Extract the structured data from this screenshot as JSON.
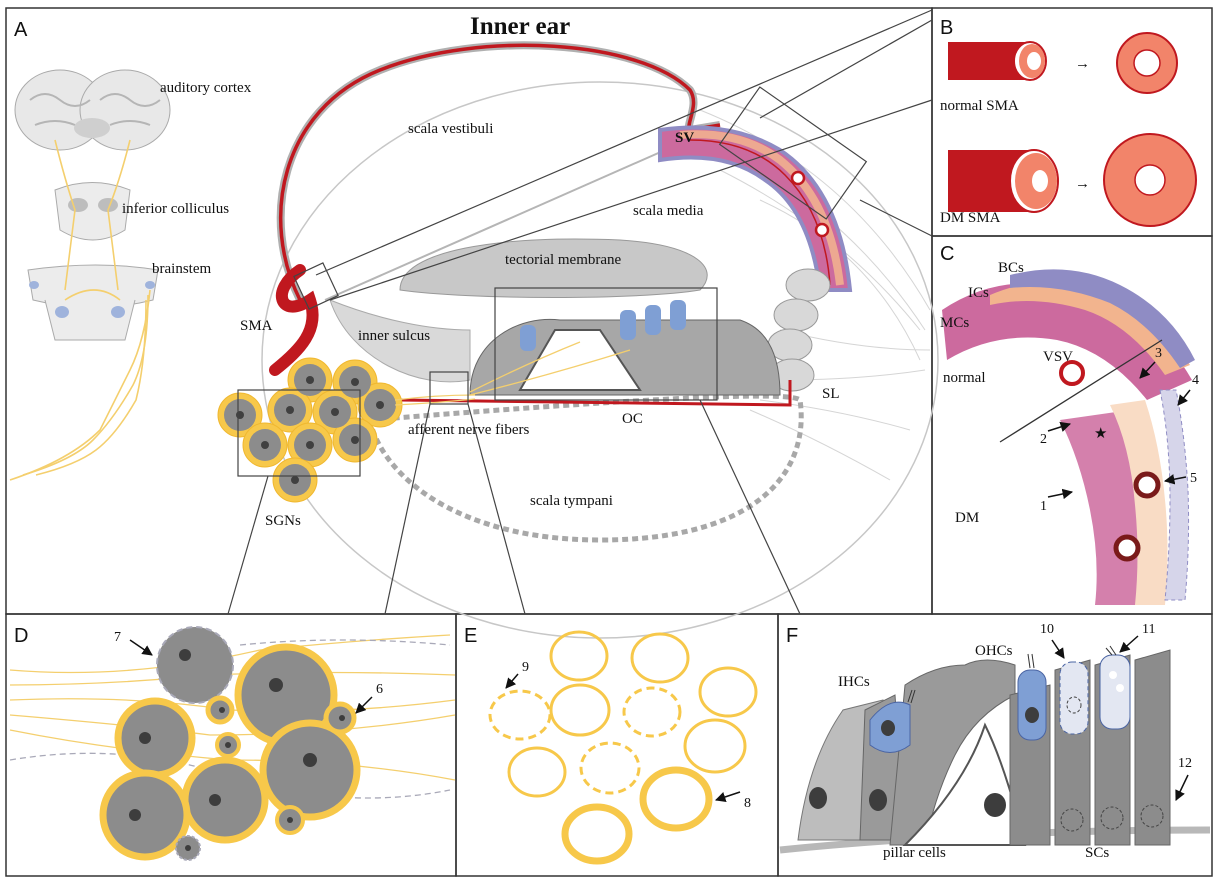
{
  "panels": {
    "A": {
      "letter": "A",
      "title": "Inner ear",
      "labels": {
        "auditory_cortex": "auditory cortex",
        "inferior_colliculus": "inferior colliculus",
        "brainstem": "brainstem",
        "sma": "SMA",
        "sgns": "SGNs",
        "scala_vestibuli": "scala vestibuli",
        "scala_media": "scala media",
        "scala_tympani": "scala tympani",
        "tectorial_membrane": "tectorial membrane",
        "inner_sulcus": "inner sulcus",
        "afferent_nerve_fibers": "afferent nerve fibers",
        "oc": "OC",
        "sl": "SL",
        "sv": "SV"
      }
    },
    "B": {
      "letter": "B",
      "labels": {
        "normal_sma": "normal SMA",
        "dm_sma": "DM SMA"
      },
      "arrow_glyph": "→"
    },
    "C": {
      "letter": "C",
      "labels": {
        "bcs": "BCs",
        "ics": "ICs",
        "mcs": "MCs",
        "vsv": "VSV",
        "normal": "normal",
        "dm": "DM"
      },
      "markers": [
        "1",
        "2",
        "3",
        "4",
        "5"
      ],
      "star": "★"
    },
    "D": {
      "letter": "D",
      "markers": [
        "7",
        "6"
      ]
    },
    "E": {
      "letter": "E",
      "markers": [
        "9",
        "8"
      ]
    },
    "F": {
      "letter": "F",
      "labels": {
        "ihcs": "IHCs",
        "ohcs": "OHCs",
        "pillar_cells": "pillar cells",
        "scs": "SCs"
      },
      "markers": [
        "10",
        "11",
        "12"
      ]
    }
  },
  "colors": {
    "vessel_red": "#c0181f",
    "neuron_yellow": "#f7c84a",
    "cell_gray": "#8c8c8c",
    "hair_cell_blue": "#7f9fd4",
    "marginal_pink": "#cc6a9e",
    "intermediate_peach": "#f2b48e",
    "basal_lavender": "#8f8cc4",
    "sma_outer": "#f2846a"
  }
}
